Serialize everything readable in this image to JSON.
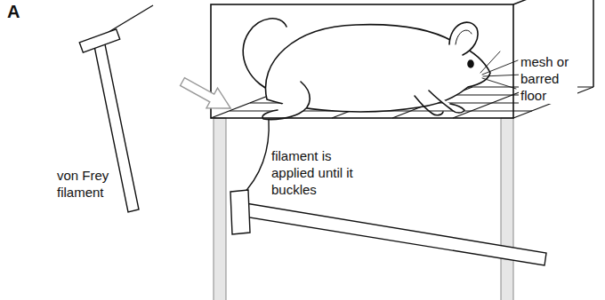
{
  "diagram": {
    "labels": [
      "A",
      "von Frey filament",
      "filament is applied until it buckles",
      "mesh or barred floor"
    ]
  }
}
